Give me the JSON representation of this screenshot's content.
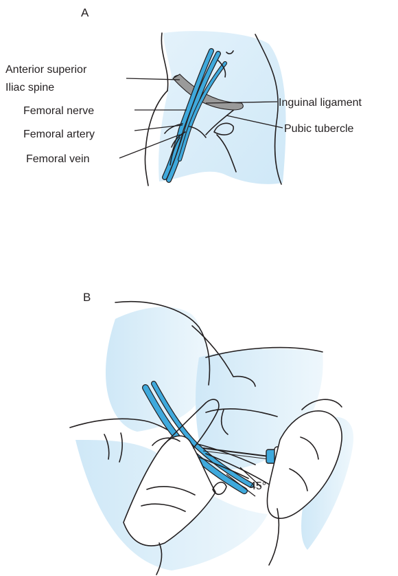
{
  "panels": [
    {
      "letter": "A",
      "labels": {
        "asis_line1": "Anterior superior",
        "asis_line2": "Iliac spine",
        "femoral_nerve": "Femoral nerve",
        "femoral_artery": "Femoral artery",
        "femoral_vein": "Femoral vein",
        "inguinal_ligament": "Inguinal ligament",
        "pubic_tubercle": "Pubic tubercle"
      }
    },
    {
      "letter": "B",
      "labels": {
        "angle": "45°"
      }
    }
  ],
  "colors": {
    "ink": "#231f20",
    "vessel": "#3fa9dc",
    "skin_tint": "#d8edf9",
    "ligament": "#9a9a9a"
  }
}
